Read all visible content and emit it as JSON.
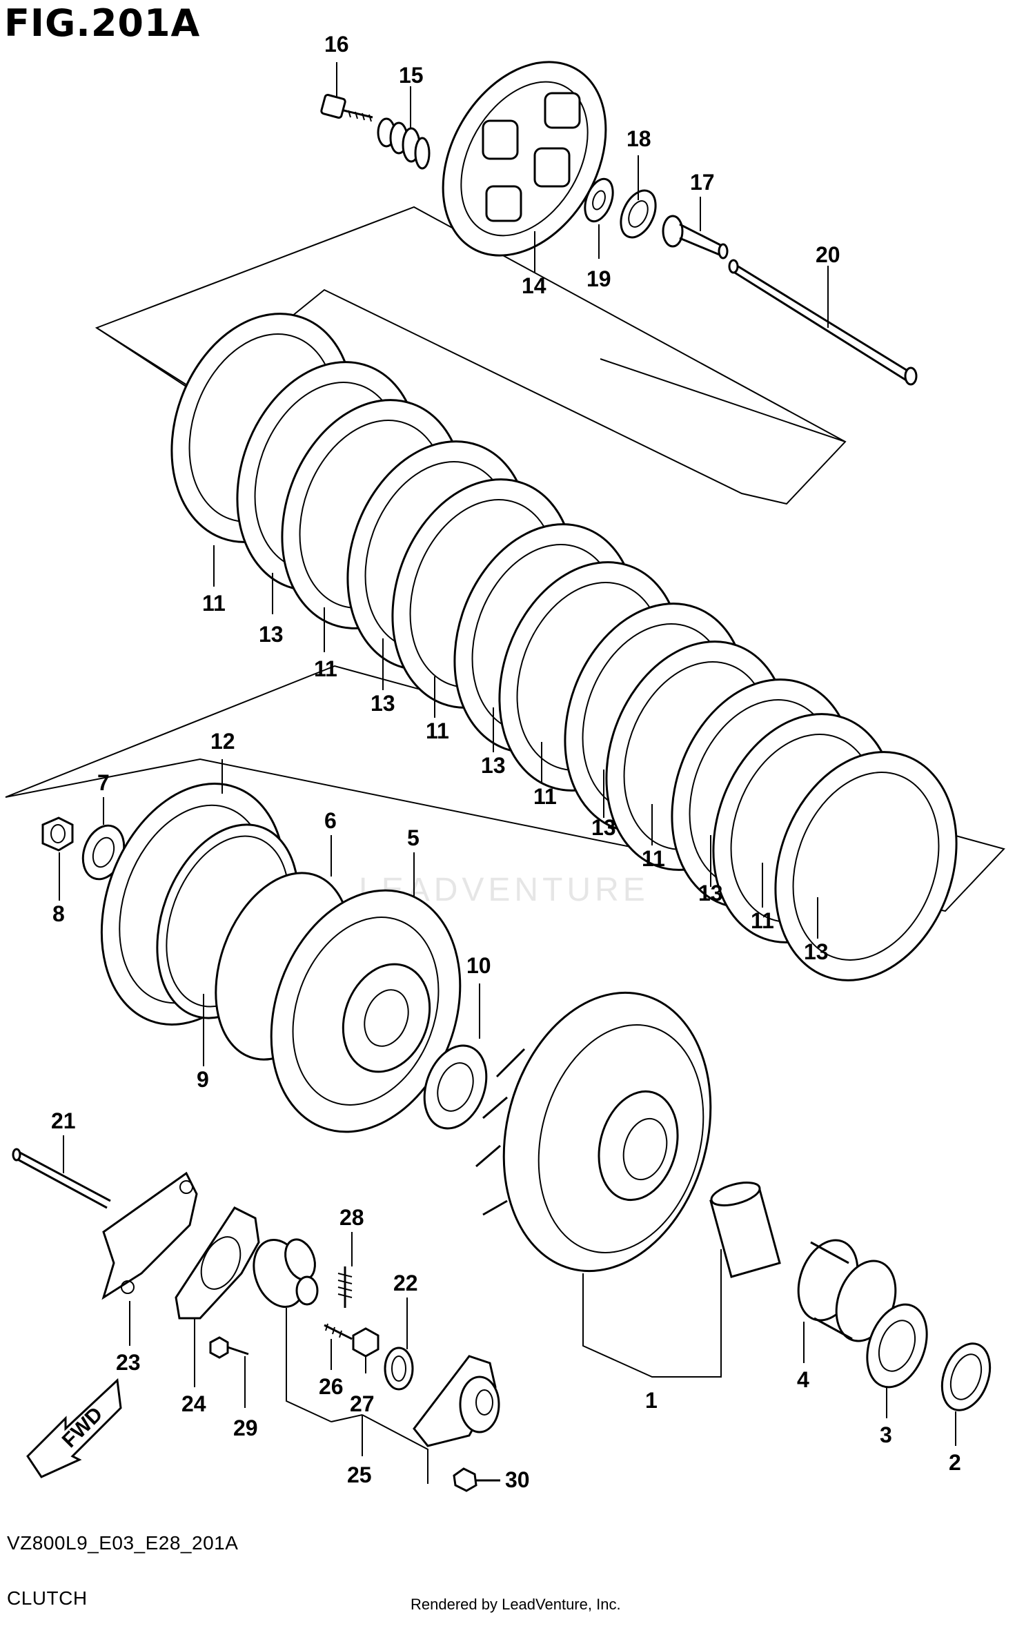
{
  "figure": {
    "title": "FIG.201A",
    "code": "VZ800L9_E03_E28_201A",
    "name": "CLUTCH",
    "rendered_by": "Rendered by LeadVenture, Inc.",
    "watermark": "LEADVENTURE"
  },
  "direction_arrow": {
    "label": "FWD"
  },
  "callouts": [
    {
      "id": "c16",
      "label": "16"
    },
    {
      "id": "c15",
      "label": "15"
    },
    {
      "id": "c18",
      "label": "18"
    },
    {
      "id": "c17",
      "label": "17"
    },
    {
      "id": "c20",
      "label": "20"
    },
    {
      "id": "c14",
      "label": "14"
    },
    {
      "id": "c19",
      "label": "19"
    },
    {
      "id": "c11a",
      "label": "11"
    },
    {
      "id": "c13a",
      "label": "13"
    },
    {
      "id": "c11b",
      "label": "11"
    },
    {
      "id": "c13b",
      "label": "13"
    },
    {
      "id": "c11c",
      "label": "11"
    },
    {
      "id": "c13c",
      "label": "13"
    },
    {
      "id": "c11d",
      "label": "11"
    },
    {
      "id": "c13d",
      "label": "13"
    },
    {
      "id": "c11e",
      "label": "11"
    },
    {
      "id": "c13e",
      "label": "13"
    },
    {
      "id": "c11f",
      "label": "11"
    },
    {
      "id": "c13f",
      "label": "13"
    },
    {
      "id": "c12",
      "label": "12"
    },
    {
      "id": "c7",
      "label": "7"
    },
    {
      "id": "c6",
      "label": "6"
    },
    {
      "id": "c5",
      "label": "5"
    },
    {
      "id": "c8",
      "label": "8"
    },
    {
      "id": "c10",
      "label": "10"
    },
    {
      "id": "c9",
      "label": "9"
    },
    {
      "id": "c21",
      "label": "21"
    },
    {
      "id": "c28",
      "label": "28"
    },
    {
      "id": "c22",
      "label": "22"
    },
    {
      "id": "c23",
      "label": "23"
    },
    {
      "id": "c24",
      "label": "24"
    },
    {
      "id": "c26",
      "label": "26"
    },
    {
      "id": "c27",
      "label": "27"
    },
    {
      "id": "c29",
      "label": "29"
    },
    {
      "id": "c25",
      "label": "25"
    },
    {
      "id": "c30",
      "label": "30"
    },
    {
      "id": "c1",
      "label": "1"
    },
    {
      "id": "c4",
      "label": "4"
    },
    {
      "id": "c3",
      "label": "3"
    },
    {
      "id": "c2",
      "label": "2"
    }
  ]
}
